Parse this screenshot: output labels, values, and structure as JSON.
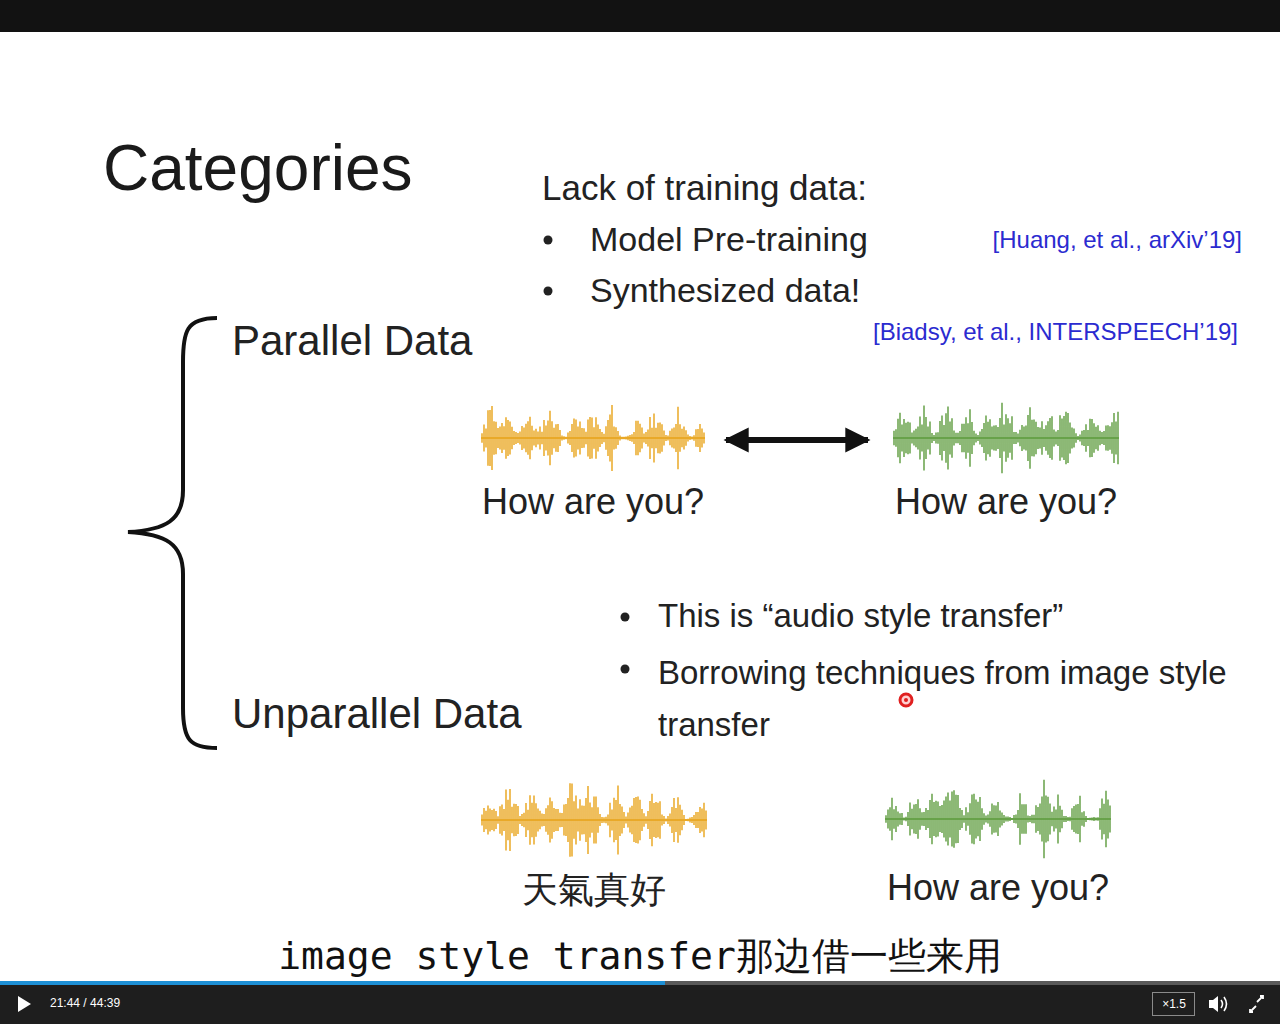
{
  "diagram": {
    "title": "Categories",
    "nodes": [
      {
        "text": [
          "How are you?"
        ]
      },
      {
        "text": [
          "How are you?"
        ]
      },
      {
        "text": [
          "天氣真好"
        ]
      },
      {
        "text": [
          "How are you?"
        ]
      }
    ],
    "edges": [
      {
        "from": 0,
        "to": 1,
        "arrow": "both"
      }
    ],
    "labels": [
      "Lack of training data:",
      "Model Pre-training",
      "[Huang, et al., arXiv’19]",
      "Synthesized data!",
      "[Biadsy, et al., INTERSPEECH’19]",
      "Parallel Data",
      "Unparallel Data",
      "This is “audio style transfer”",
      "Borrowing techniques from image style transfer",
      "image style transfer那边借一些来用",
      "21:44 / 44:39",
      "×1.5"
    ]
  }
}
